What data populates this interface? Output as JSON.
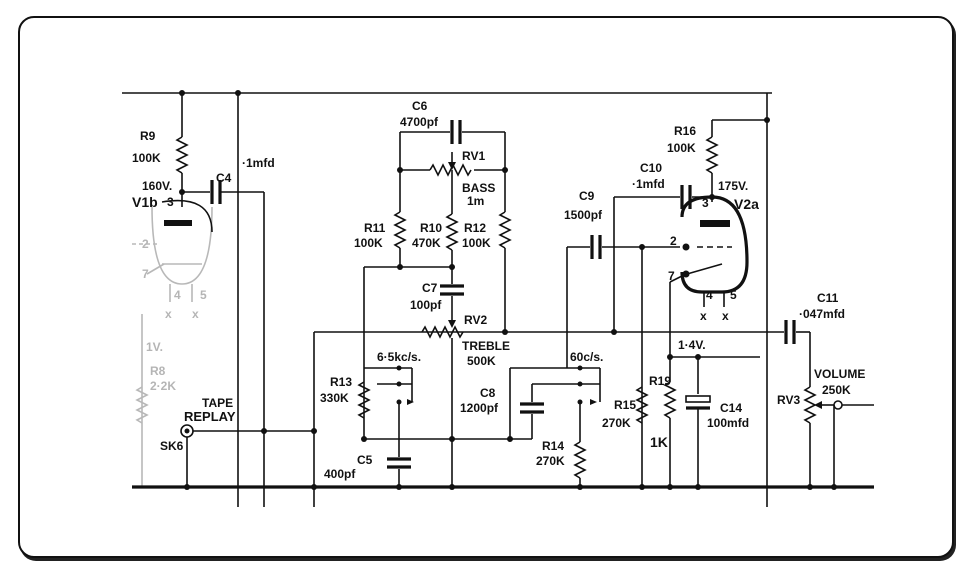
{
  "components": {
    "r9": {
      "ref": "R9",
      "value": "100K"
    },
    "c4": {
      "ref": "C4",
      "value": "·1mfd"
    },
    "v1b": {
      "ref": "V1b",
      "voltage": "160V.",
      "pin": "3"
    },
    "c6": {
      "ref": "C6",
      "value": "4700pf"
    },
    "rv1": {
      "ref": "RV1",
      "name": "BASS",
      "value": "1m"
    },
    "r11": {
      "ref": "R11",
      "value": "100K"
    },
    "r10": {
      "ref": "R10",
      "value": "470K"
    },
    "r12": {
      "ref": "R12",
      "value": "100K"
    },
    "c7": {
      "ref": "C7",
      "value": "100pf"
    },
    "rv2": {
      "ref": "RV2",
      "name": "TREBLE",
      "value": "500K"
    },
    "r13": {
      "ref": "R13",
      "value": "330K"
    },
    "c5": {
      "ref": "C5",
      "value": "400pf"
    },
    "switch1": {
      "label": "6·5kc/s."
    },
    "switch2": {
      "label": "60c/s."
    },
    "c8": {
      "ref": "C8",
      "value": "1200pf"
    },
    "r14": {
      "ref": "R14",
      "value": "270K"
    },
    "c9": {
      "ref": "C9",
      "value": "1500pf"
    },
    "c10": {
      "ref": "C10",
      "value": "·1mfd"
    },
    "r16": {
      "ref": "R16",
      "value": "100K"
    },
    "v2a": {
      "ref": "V2a",
      "voltage": "175V.",
      "pin3": "3",
      "pin2": "2",
      "pin7": "7",
      "pin4": "4",
      "pin5": "5",
      "x": "x"
    },
    "cathode_voltage": "1·4V.",
    "r15": {
      "ref": "R15",
      "value": "270K"
    },
    "r19": {
      "ref": "R19",
      "value": "1K"
    },
    "c14": {
      "ref": "C14",
      "value": "100mfd"
    },
    "c11": {
      "ref": "C11",
      "value": "·047mfd"
    },
    "rv3": {
      "ref": "RV3",
      "name": "VOLUME",
      "value": "250K"
    },
    "tape": {
      "line1": "TAPE",
      "line2": "REPLAY",
      "socket": "SK6"
    },
    "faded": {
      "pin2": "2",
      "pin7": "7",
      "pin4": "4",
      "pin5": "5",
      "x": "x",
      "voltage": "1V.",
      "r8_ref": "R8",
      "r8_value": "2·2K"
    }
  }
}
